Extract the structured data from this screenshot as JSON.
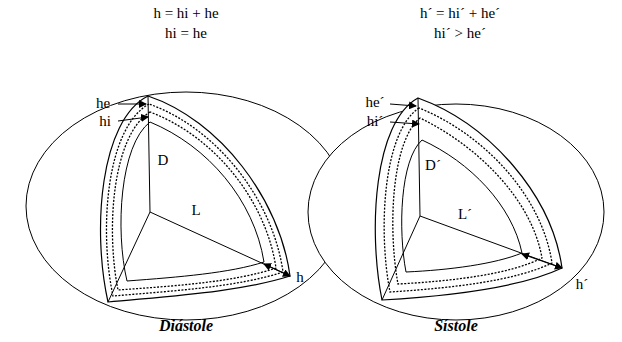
{
  "diagram": {
    "labels": [
      "h = hi + he",
      "hi = he",
      "h´ = hi´ + he´",
      "hi´ > he´",
      "he",
      "hi",
      "D",
      "L",
      "h",
      "he´",
      "hi´",
      "D´",
      "L´",
      "h´",
      "Diástole",
      "Sístole"
    ]
  }
}
